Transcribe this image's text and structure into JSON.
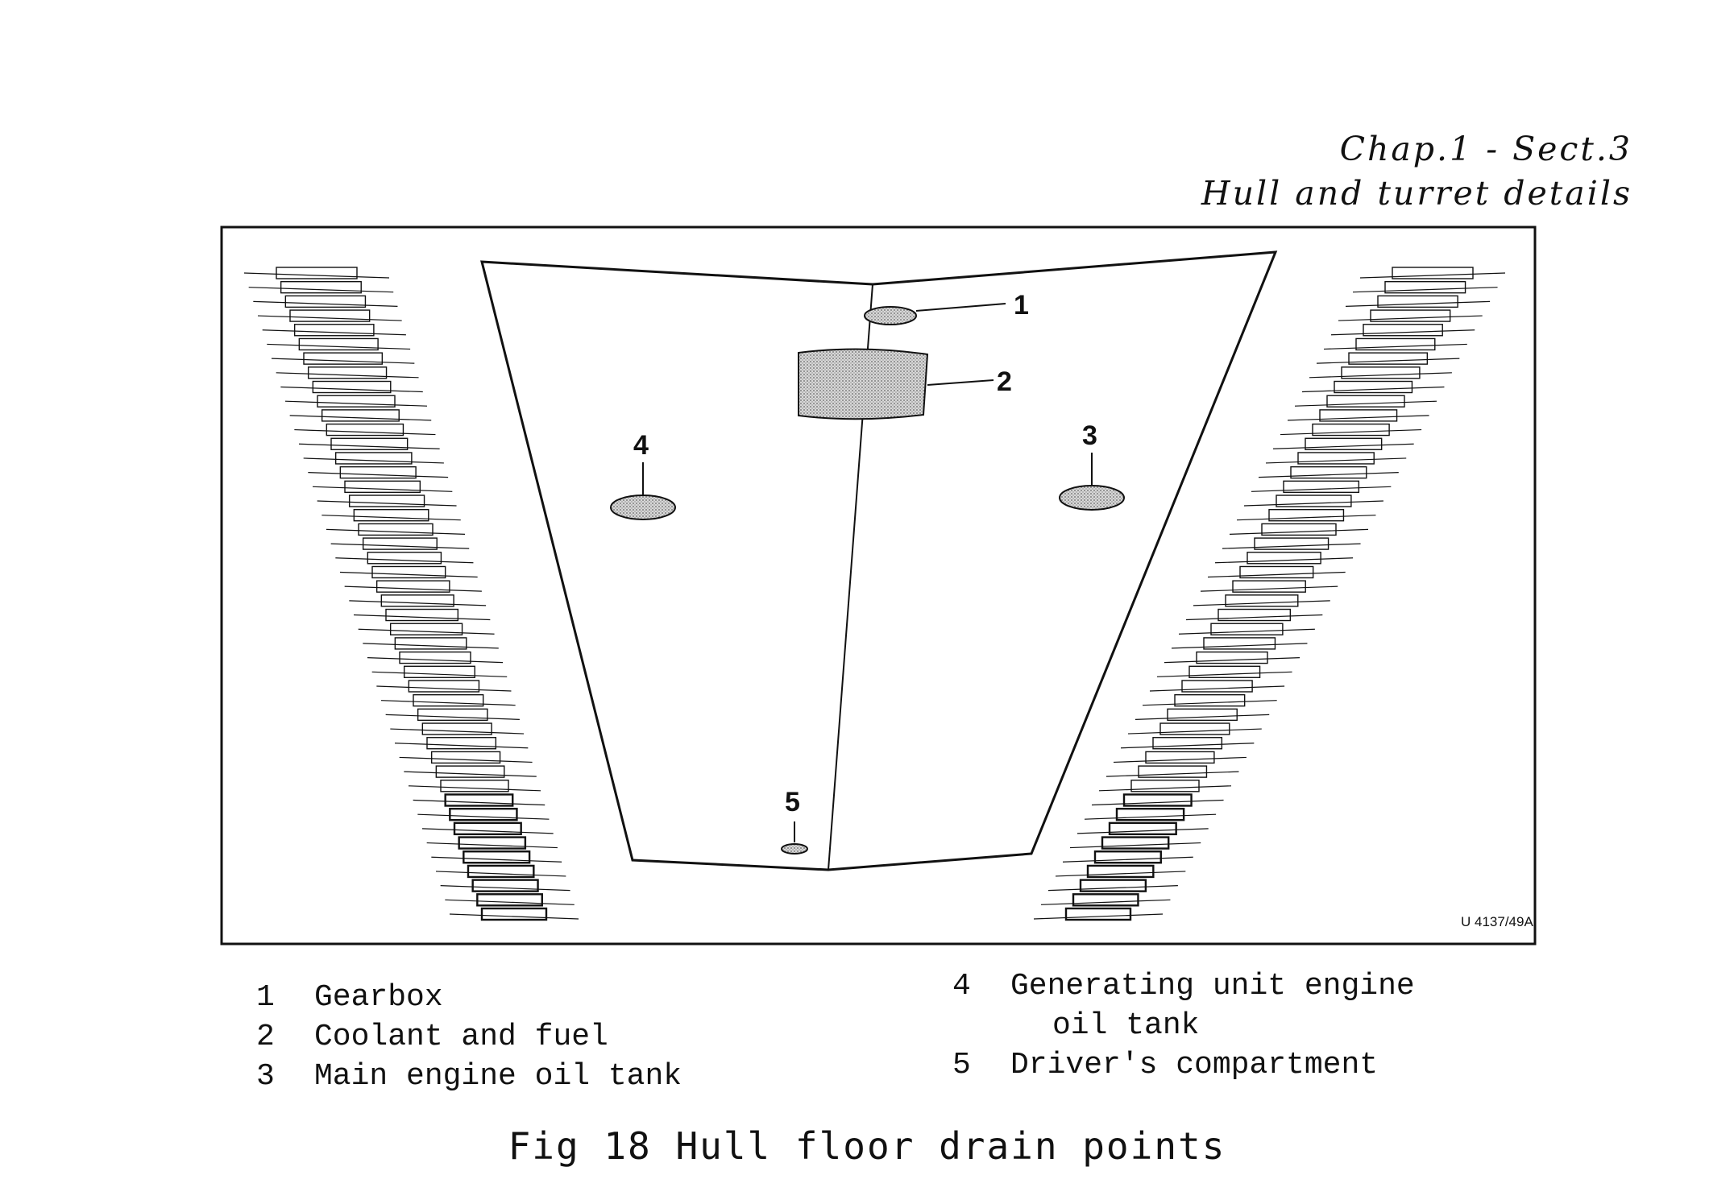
{
  "header": {
    "chapter": "Chap.1 - Sect.3",
    "section_title": "Hull and turret details"
  },
  "figure": {
    "reference_code": "U 4137/49A",
    "callouts": [
      {
        "number": "1",
        "marker": "oval"
      },
      {
        "number": "2",
        "marker": "rectangle"
      },
      {
        "number": "3",
        "marker": "oval"
      },
      {
        "number": "4",
        "marker": "oval"
      },
      {
        "number": "5",
        "marker": "small-oval"
      }
    ]
  },
  "legend": {
    "left": [
      {
        "number": "1",
        "label": "Gearbox"
      },
      {
        "number": "2",
        "label": "Coolant and fuel"
      },
      {
        "number": "3",
        "label": "Main engine oil tank"
      }
    ],
    "right": [
      {
        "number": "4",
        "label": "Generating unit engine",
        "continuation": "oil tank"
      },
      {
        "number": "5",
        "label": "Driver's compartment"
      }
    ]
  },
  "caption": "Fig 18  Hull floor drain points"
}
